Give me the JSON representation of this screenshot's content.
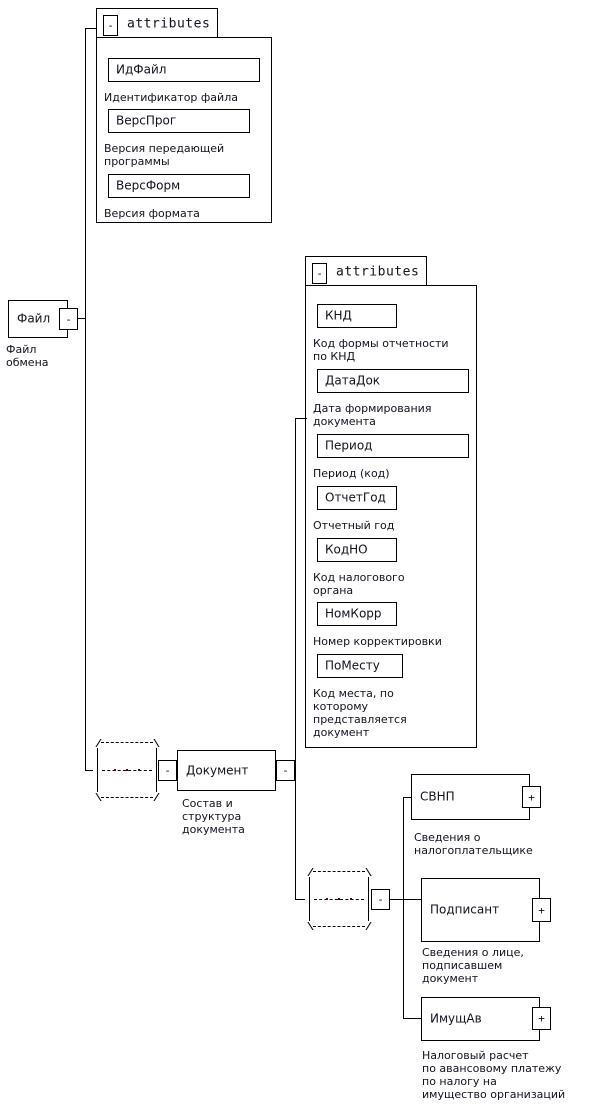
{
  "diagram": {
    "title": "XSD schema diagram",
    "colors": {
      "line": "#000000",
      "text": "#111122",
      "background": "#ffffff",
      "dot": "#550022"
    },
    "expander_collapsed": "+",
    "expander_expanded": "-"
  },
  "root": {
    "name": "Файл",
    "caption": "Файл\nобмена",
    "expander": "-"
  },
  "file_attributes": {
    "header_label": "attributes",
    "expander": "-",
    "fields": [
      {
        "name": "ИдФайл",
        "description": "Идентификатор файла"
      },
      {
        "name": "ВерсПрог",
        "description": "Версия передающей\nпрограммы"
      },
      {
        "name": "ВерсФорм",
        "description": "Версия формата"
      }
    ]
  },
  "document": {
    "name": "Документ",
    "caption": "Состав и\nструктура\nдокумента",
    "expander_left": "-",
    "expander_right": "-"
  },
  "document_attributes": {
    "header_label": "attributes",
    "expander": "-",
    "fields": [
      {
        "name": "КНД",
        "description": "Код формы отчетности\nпо КНД"
      },
      {
        "name": "ДатаДок",
        "description": "Дата формирования\nдокумента"
      },
      {
        "name": "Период",
        "description": "Период (код)"
      },
      {
        "name": "ОтчетГод",
        "description": "Отчетный год"
      },
      {
        "name": "КодНО",
        "description": "Код налогового\nоргана"
      },
      {
        "name": "НомКорр",
        "description": "Номер корректировки"
      },
      {
        "name": "ПоМесту",
        "description": "Код места, по\nкоторому\nпредставляется\nдокумент"
      }
    ]
  },
  "document_children": [
    {
      "name": "СВНП",
      "caption": "Сведения о\nналогоплательщике",
      "expander": "+"
    },
    {
      "name": "Подписант",
      "caption": "Сведения о лице,\nподписавшем\nдокумент",
      "expander": "+"
    },
    {
      "name": "ИмущАв",
      "caption": "Налоговый расчет\nпо авансовому платежу\nпо налогу на\nимущество организаций",
      "expander": "+"
    }
  ]
}
